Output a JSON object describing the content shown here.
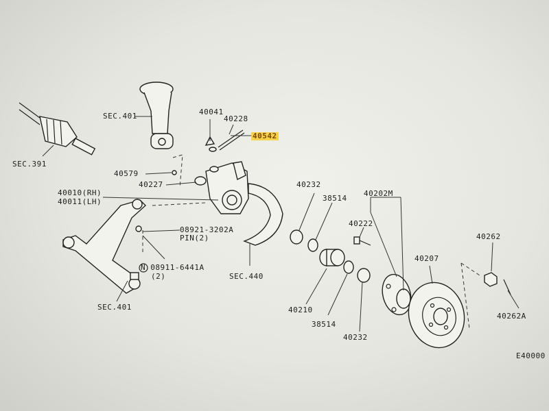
{
  "diagram": {
    "labels": {
      "sec401_top": "SEC.401",
      "sec391": "SEC.391",
      "p40041": "40041",
      "p40228": "40228",
      "p40542": "40542",
      "p40579": "40579",
      "p40227": "40227",
      "p40010": "40010(RH)",
      "p40011": "40011(LH)",
      "p08921": "08921-3202A",
      "pin2": "PIN(2)",
      "p08911": "N 08911-6441A",
      "qty2": "(2)",
      "sec401_bottom": "SEC.401",
      "sec440": "SEC.440",
      "p40232a": "40232",
      "p38514a": "38514",
      "p40202m": "40202M",
      "p40222": "40222",
      "p40207": "40207",
      "p40262": "40262",
      "p40210": "40210",
      "p38514b": "38514",
      "p40232b": "40232",
      "p40262a": "40262A",
      "ref": "E40000"
    },
    "highlight_color": "#f6d34a"
  }
}
